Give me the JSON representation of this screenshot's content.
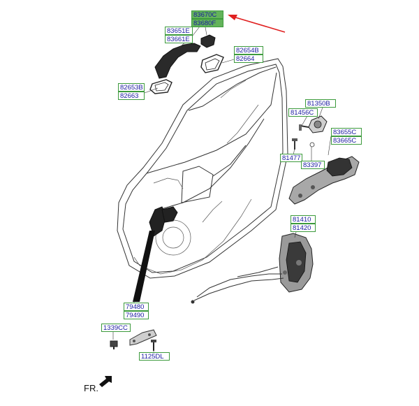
{
  "labels": {
    "l83670C": "83670C",
    "l83680F": "83680F",
    "l83651E": "83651E",
    "l83661E": "83661E",
    "l82654B": "82654B",
    "l82664": "82664",
    "l82653B": "82653B",
    "l82663": "82663",
    "l81350B": "81350B",
    "l81456C": "81456C",
    "l83655C": "83655C",
    "l83665C": "83665C",
    "l81477": "81477",
    "l83397": "83397",
    "l81410": "81410",
    "l81420": "81420",
    "l79480": "79480",
    "l79490": "79490",
    "l1339CC": "1339CC",
    "l1125DL": "1125DL"
  },
  "direction_text": "FR.",
  "colors": {
    "highlight": "#63b35a",
    "label_text": "#1a1aa0",
    "label_border": "#3c9a3c",
    "arrow": "#e02020"
  },
  "icons": {
    "forward": "arrow-forward-icon",
    "pointer": "red-arrow-icon"
  }
}
